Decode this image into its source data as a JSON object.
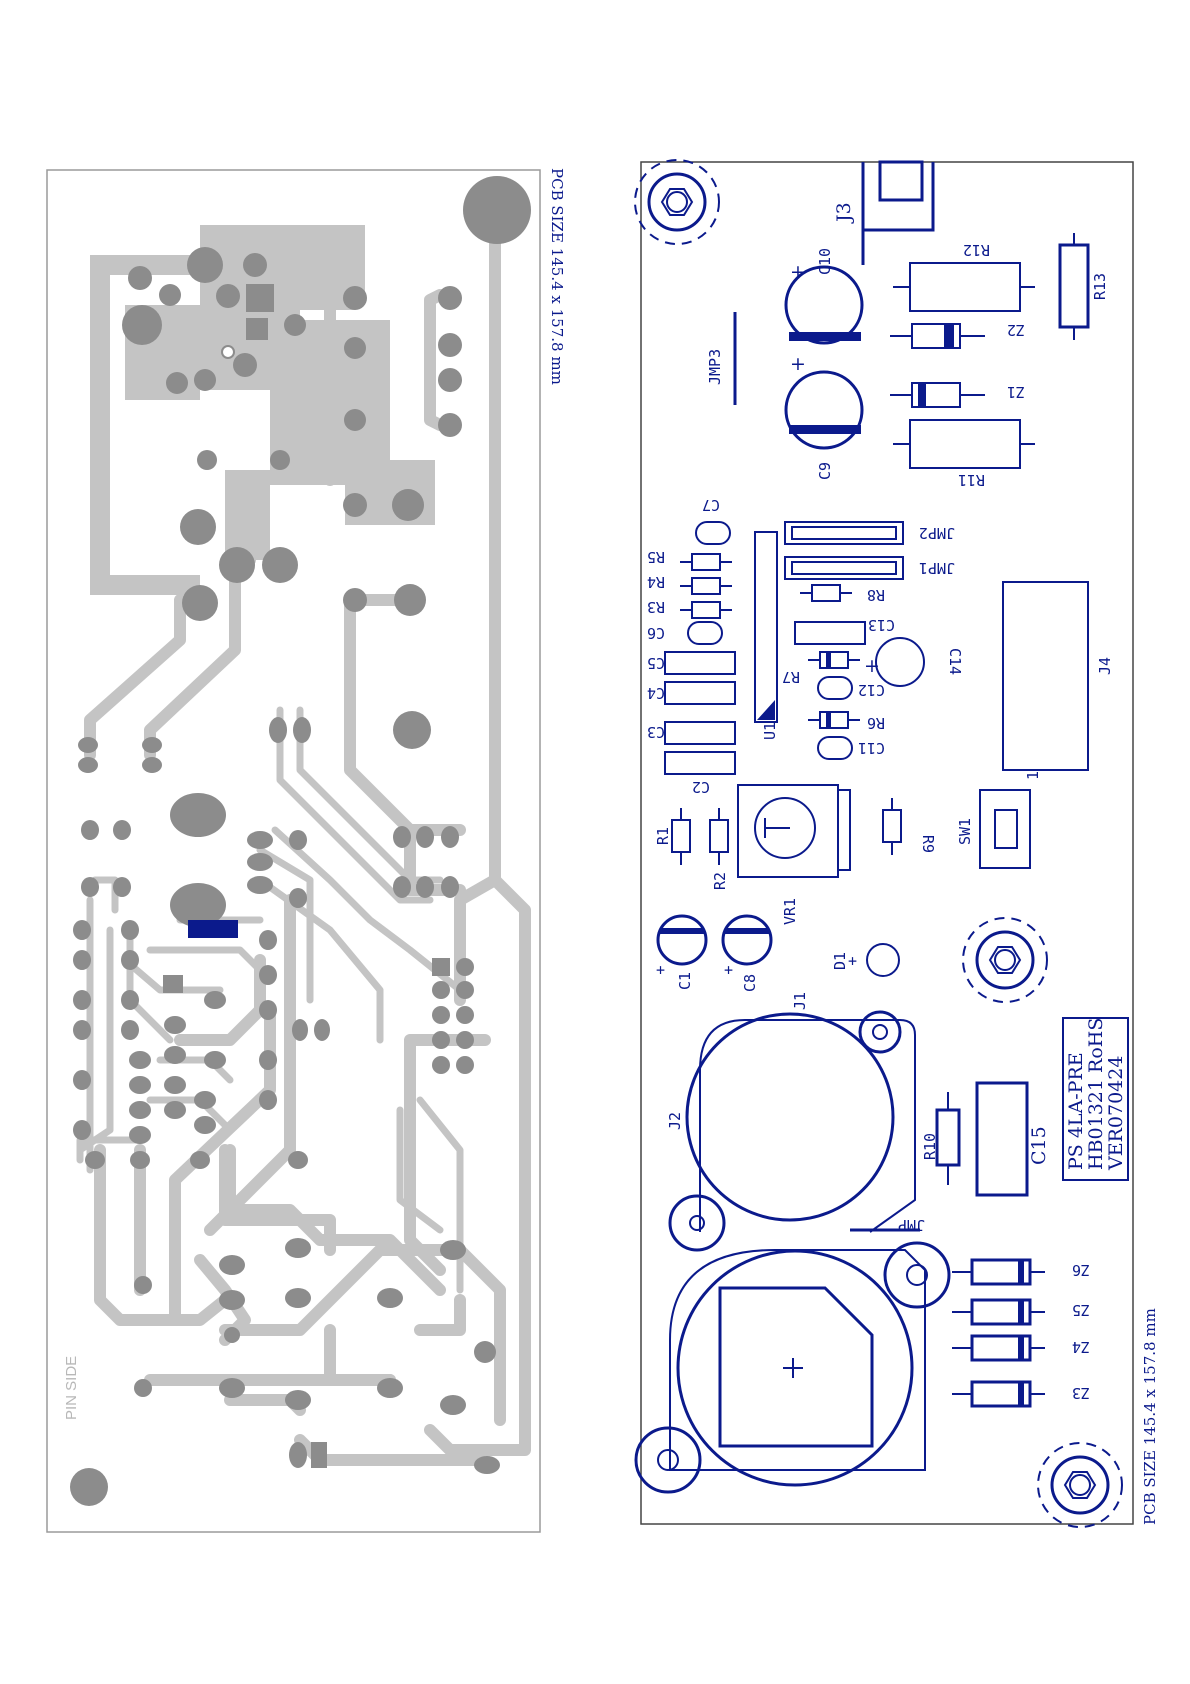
{
  "left_board": {
    "size_text": "PCB SIZE 145.4 x 157.8 mm",
    "pin_side_label": "PIN SIDE"
  },
  "right_board": {
    "size_text": "PCB SIZE 145.4 x 157.8 mm",
    "info_lines": [
      "PS 4LA-PRE",
      "HB01321 RoHS",
      "VER070424"
    ],
    "components": {
      "J3": "J3",
      "R12": "R12",
      "R13": "R13",
      "C10": "C10",
      "JMP3": "JMP3",
      "Z2": "Z2",
      "Z1": "Z1",
      "C9": "C9",
      "R11": "R11",
      "C7": "C7",
      "JMP2": "JMP2",
      "JMP1": "JMP1",
      "R5": "R5",
      "R4": "R4",
      "R3": "R3",
      "R8": "R8",
      "C6": "C6",
      "C13": "C13",
      "C5": "C5",
      "C14": "C14",
      "R7": "R7",
      "C4": "C4",
      "J4": "J4",
      "C12": "C12",
      "R6": "R6",
      "C3": "C3",
      "U1": "U1",
      "C11": "C11",
      "C2": "C2",
      "PIN1": "1",
      "R1": "R1",
      "R9": "R9",
      "SW1": "SW1",
      "R2": "R2",
      "VR1": "VR1",
      "C1": "C1",
      "C8": "C8",
      "D1": "D1",
      "J1": "J1",
      "J2": "J2",
      "R10": "R10",
      "C15": "C15",
      "JMP": "JMP",
      "Z6": "Z6",
      "Z5": "Z5",
      "Z4": "Z4",
      "Z3": "Z3"
    }
  }
}
